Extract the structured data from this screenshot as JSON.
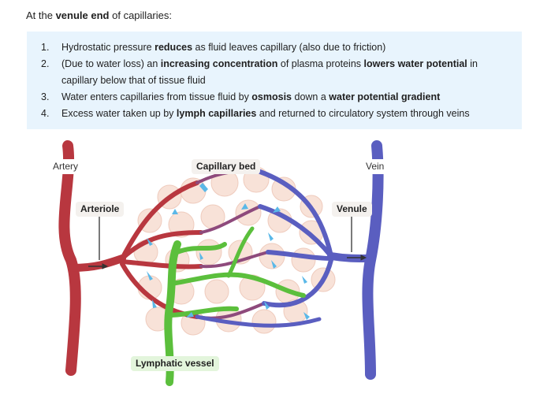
{
  "intro": {
    "prefix": "At the ",
    "bold": "venule end",
    "suffix": " of capillaries:"
  },
  "steps": [
    {
      "num": "1.",
      "parts": [
        {
          "t": "Hydrostatic pressure ",
          "b": false
        },
        {
          "t": "reduces",
          "b": true
        },
        {
          "t": " as fluid leaves capillary (also due to friction)",
          "b": false
        }
      ]
    },
    {
      "num": "2.",
      "parts": [
        {
          "t": "(Due to water loss) an ",
          "b": false
        },
        {
          "t": "increasing concentration",
          "b": true
        },
        {
          "t": " of plasma proteins ",
          "b": false
        },
        {
          "t": "lowers water potential",
          "b": true
        },
        {
          "t": " in capillary below that of tissue fluid",
          "b": false
        }
      ]
    },
    {
      "num": "3.",
      "parts": [
        {
          "t": "Water enters capillaries from tissue fluid by ",
          "b": false
        },
        {
          "t": "osmosis",
          "b": true
        },
        {
          "t": " down a ",
          "b": false
        },
        {
          "t": "water potential gradient",
          "b": true
        }
      ]
    },
    {
      "num": "4.",
      "parts": [
        {
          "t": "Excess water taken up by ",
          "b": false
        },
        {
          "t": "lymph capillaries",
          "b": true
        },
        {
          "t": " and returned to circulatory system through veins",
          "b": false
        }
      ]
    }
  ],
  "diagram": {
    "artery": "Artery",
    "arteriole": "Arteriole",
    "capillary_bed": "Capillary bed",
    "vein": "Vein",
    "venule": "Venule",
    "lymphatic_vessel": "Lymphatic vessel",
    "colors": {
      "artery": "#b8373f",
      "vein": "#5a5ec0",
      "lymph": "#5bbf3c",
      "cells": "#f7ddd3",
      "arrows": "#5ab8e8"
    }
  }
}
